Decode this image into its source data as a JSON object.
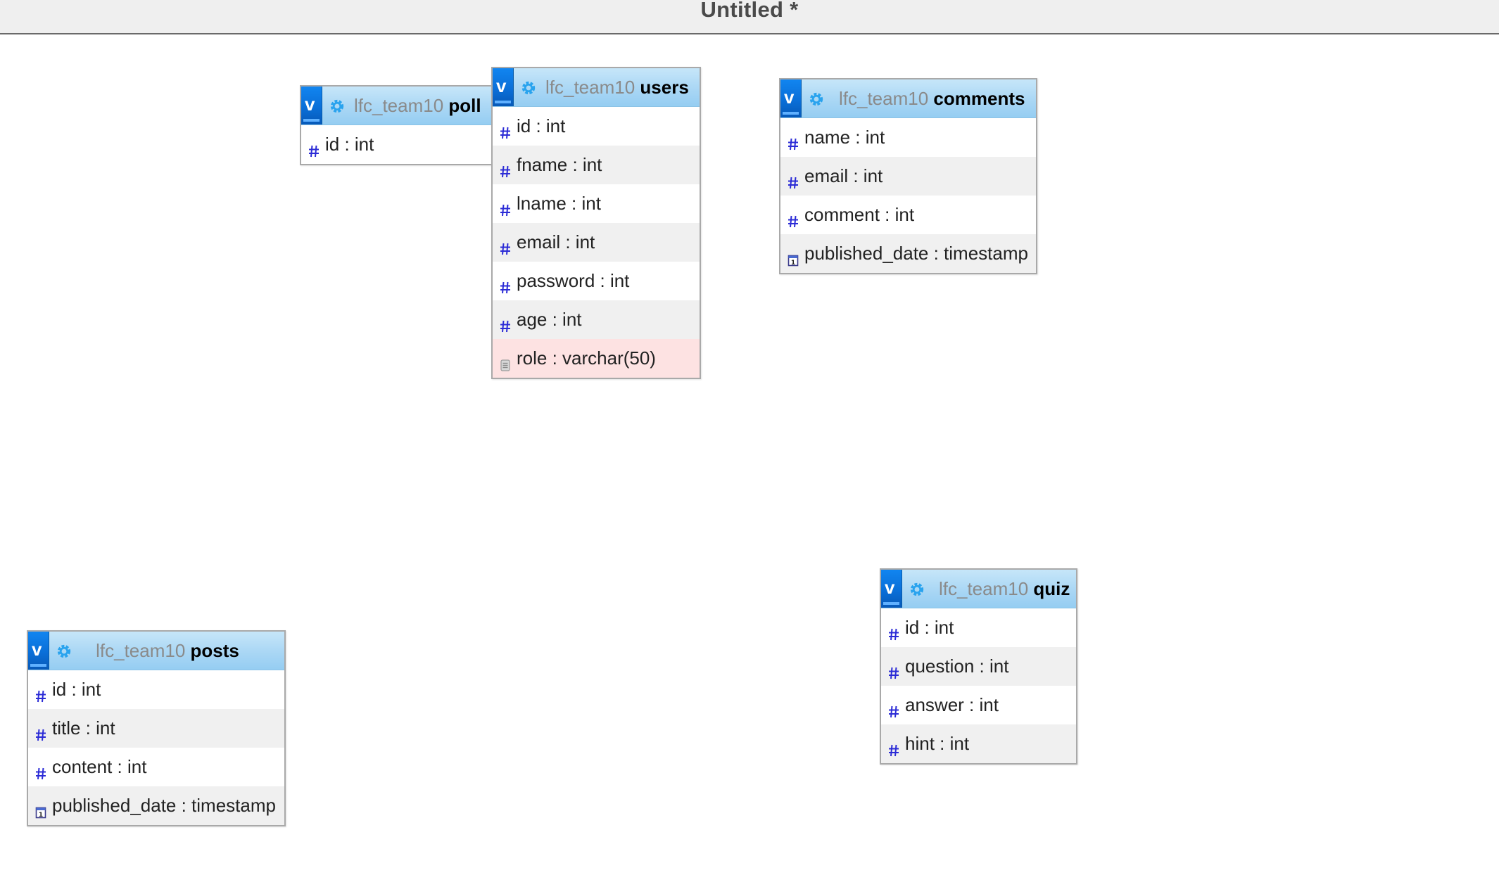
{
  "window": {
    "title": "Untitled *"
  },
  "tables": {
    "poll": {
      "schema": "lfc_team10",
      "name": "poll",
      "columns": [
        {
          "label": "id : int",
          "type_icon": "number-icon"
        }
      ]
    },
    "users": {
      "schema": "lfc_team10",
      "name": "users",
      "columns": [
        {
          "label": "id : int",
          "type_icon": "number-icon"
        },
        {
          "label": "fname : int",
          "type_icon": "number-icon"
        },
        {
          "label": "lname : int",
          "type_icon": "number-icon"
        },
        {
          "label": "email : int",
          "type_icon": "number-icon"
        },
        {
          "label": "password : int",
          "type_icon": "number-icon"
        },
        {
          "label": "age : int",
          "type_icon": "number-icon"
        },
        {
          "label": "role : varchar(50)",
          "type_icon": "text-icon"
        }
      ]
    },
    "comments": {
      "schema": "lfc_team10",
      "name": "comments",
      "columns": [
        {
          "label": "name : int",
          "type_icon": "number-icon"
        },
        {
          "label": "email : int",
          "type_icon": "number-icon"
        },
        {
          "label": "comment : int",
          "type_icon": "number-icon"
        },
        {
          "label": "published_date : timestamp",
          "type_icon": "calendar-icon"
        }
      ]
    },
    "posts": {
      "schema": "lfc_team10",
      "name": "posts",
      "columns": [
        {
          "label": "id : int",
          "type_icon": "number-icon"
        },
        {
          "label": "title : int",
          "type_icon": "number-icon"
        },
        {
          "label": "content : int",
          "type_icon": "number-icon"
        },
        {
          "label": "published_date : timestamp",
          "type_icon": "calendar-icon"
        }
      ]
    },
    "quiz": {
      "schema": "lfc_team10",
      "name": "quiz",
      "columns": [
        {
          "label": "id : int",
          "type_icon": "number-icon"
        },
        {
          "label": "question : int",
          "type_icon": "number-icon"
        },
        {
          "label": "answer : int",
          "type_icon": "number-icon"
        },
        {
          "label": "hint : int",
          "type_icon": "number-icon"
        }
      ]
    }
  },
  "toggle_label": "v",
  "colors": {
    "header_gradient_top": "#c6e6f9",
    "header_gradient_bottom": "#95cdf2",
    "toggle_blue": "#0a6fd8",
    "number_icon": "#2b2bd6",
    "row_alt": "#f0f0f0",
    "row_highlight": "#fde2e2"
  }
}
